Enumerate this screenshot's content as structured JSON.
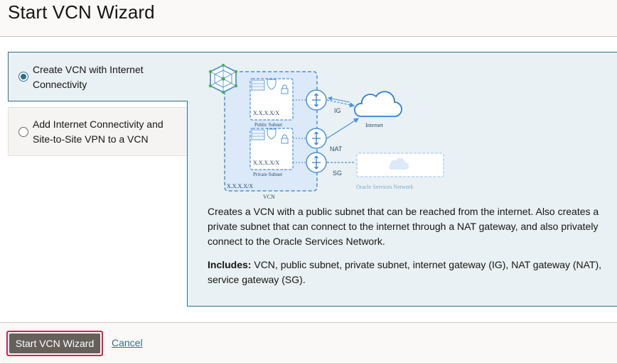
{
  "header": {
    "title": "Start VCN Wizard"
  },
  "options": [
    {
      "label": "Create VCN with Internet Connectivity",
      "selected": true
    },
    {
      "label": "Add Internet Connectivity and Site-to-Site VPN to a VCN",
      "selected": false
    }
  ],
  "diagram": {
    "public_subnet_cidr": "X.X.X.X/X",
    "public_subnet_label": "Public Subnet",
    "private_subnet_cidr": "X.X.X.X/X",
    "private_subnet_label": "Private Subnet",
    "vcn_cidr": "X.X.X.X/X",
    "vcn_label": "VCN",
    "ig_label": "IG",
    "nat_label": "NAT",
    "sg_label": "SG",
    "internet_label": "Internet",
    "oracle_services_label": "Oracle Services Network",
    "colors": {
      "line": "#4a90d9",
      "fill": "#dbe9f9",
      "accent": "#2f80d6"
    }
  },
  "panel": {
    "description": "Creates a VCN with a public subnet that can be reached from the internet. Also creates a private subnet that can connect to the internet through a NAT gateway, and also privately connect to the Oracle Services Network.",
    "includes_label": "Includes:",
    "includes_text": " VCN, public subnet, private subnet, internet gateway (IG), NAT gateway (NAT), service gateway (SG)."
  },
  "footer": {
    "primary_button": "Start VCN Wizard",
    "cancel_link": "Cancel"
  }
}
